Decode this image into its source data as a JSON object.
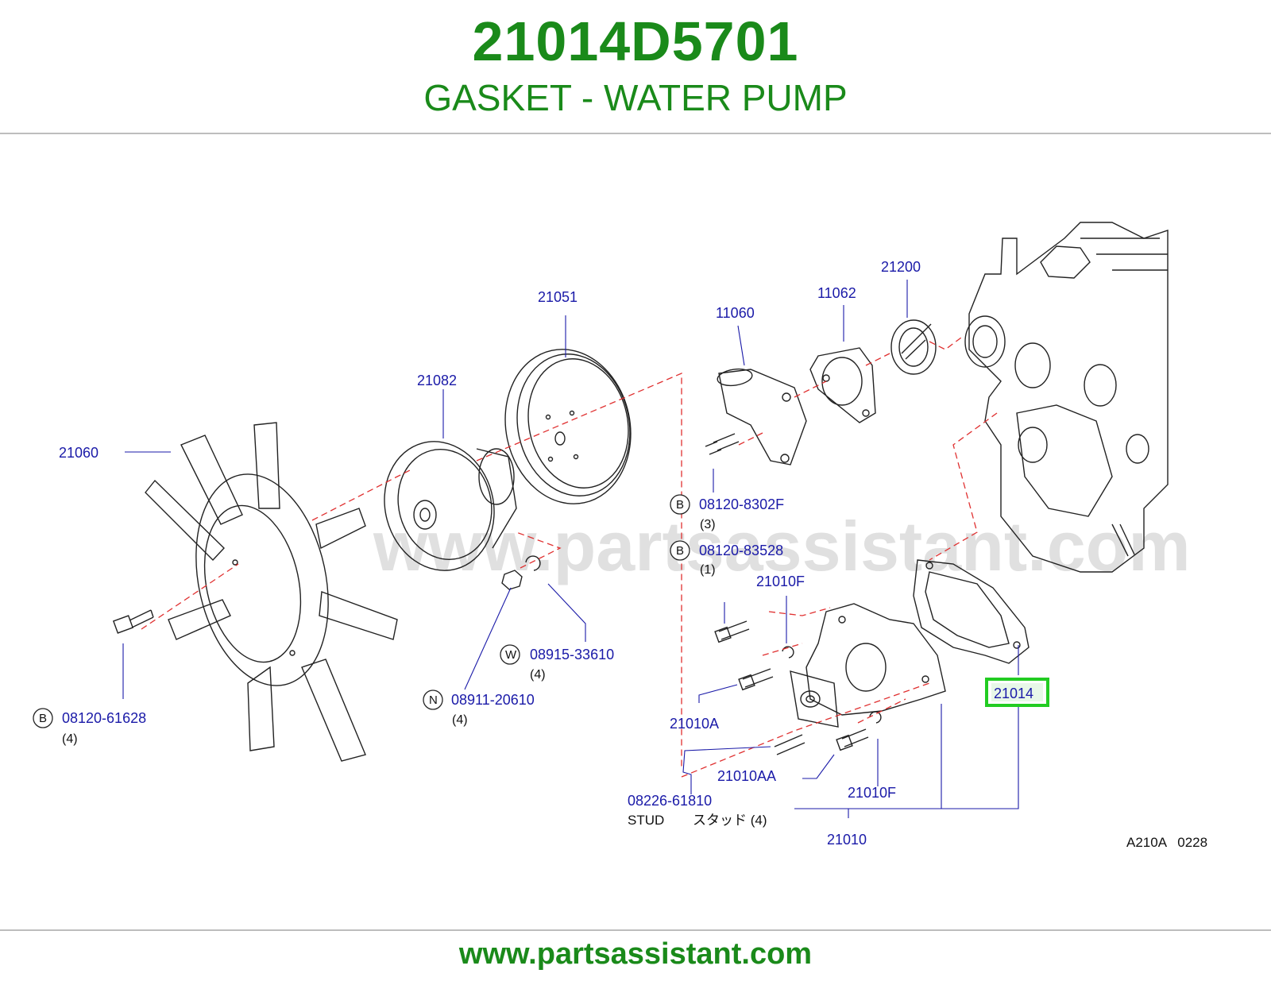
{
  "header": {
    "part_number": "21014D5701",
    "part_name": "GASKET - WATER PUMP"
  },
  "diagram": {
    "watermark": "www.partsassistant.com",
    "code": "A210A   0228",
    "highlighted_part": "21014",
    "labels": {
      "l21060": "21060",
      "l21082": "21082",
      "l21051": "21051",
      "l11060": "11060",
      "l11062": "11062",
      "l21200": "21200",
      "l21010F_top": "21010F",
      "l21010A": "21010A",
      "l21010AA": "21010AA",
      "l21010F_bot": "21010F",
      "l21010": "21010",
      "l21014": "21014",
      "l08226": "08226-61810"
    },
    "fasteners": [
      {
        "prefix": "B",
        "number": "08120-8302F",
        "qty": "(3)"
      },
      {
        "prefix": "B",
        "number": "08120-83528",
        "qty": "(1)"
      },
      {
        "prefix": "W",
        "number": "08915-33610",
        "qty": "(4)"
      },
      {
        "prefix": "N",
        "number": "08911-20610",
        "qty": "(4)"
      },
      {
        "prefix": "B",
        "number": "08120-61628",
        "qty": "(4)"
      }
    ],
    "stud_note": {
      "en": "STUD",
      "jp": "スタッド (4)"
    },
    "colors": {
      "title_green": "#1a8a1a",
      "label_blue": "#1a1aa8",
      "highlight_green": "#22cc22",
      "dash_red": "#e03030"
    }
  },
  "footer": {
    "url": "www.partsassistant.com"
  }
}
